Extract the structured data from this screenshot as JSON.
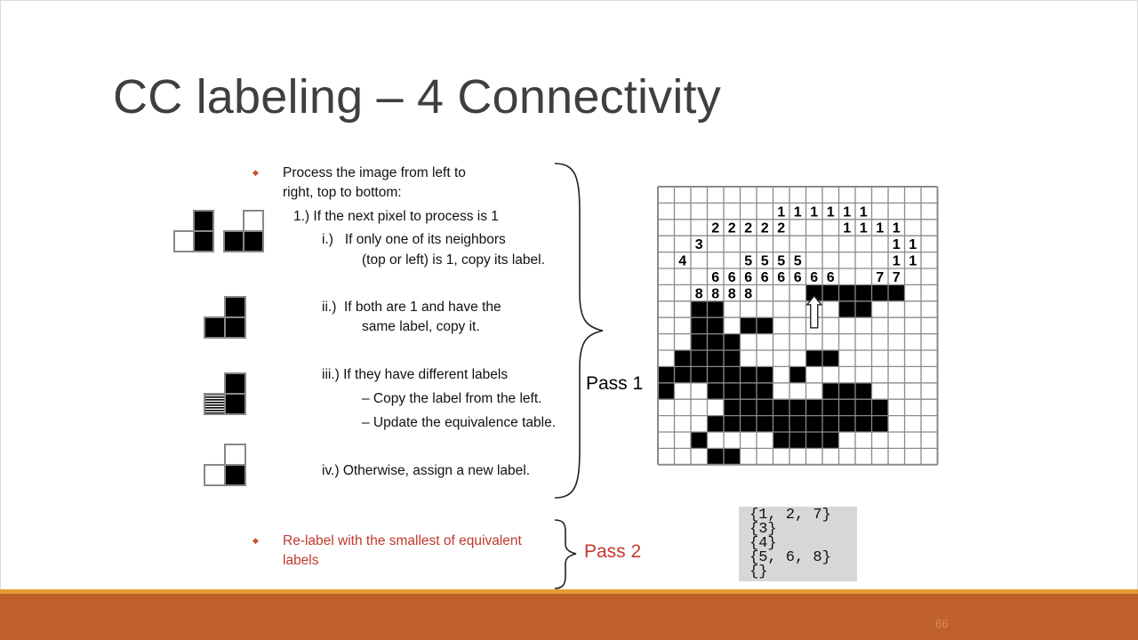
{
  "slide": {
    "title": "CC labeling – 4 Connectivity",
    "page_number": "66",
    "colors": {
      "accent": "#c0602a",
      "accent_line": "#e39b32",
      "title": "#3f3f3f",
      "red_text": "#c0392b",
      "equiv_bg": "#d7d7d7"
    }
  },
  "pass1": {
    "bullet": "◆",
    "intro_line1": "Process the image from left to",
    "intro_line2": "right, top to bottom:",
    "step1": "1.) If the next pixel to process is 1",
    "i_line1": "i.)   If only one of its neighbors",
    "i_line2": "(top or left) is 1, copy its label.",
    "ii_line1": "ii.)  If both are 1 and have the",
    "ii_line2": "same label, copy it.",
    "iii_line1": "iii.) If they have different labels",
    "iii_line2": "– Copy the label from the left.",
    "iii_line3": "– Update the equivalence table.",
    "iv_line1": "iv.) Otherwise, assign a new label.",
    "label": "Pass 1"
  },
  "pass2": {
    "bullet": "◆",
    "line1": "Re-label with the smallest of equivalent",
    "line2": "labels",
    "label": "Pass 2"
  },
  "equivalence_table": [
    "{1, 2, 7}",
    "{3}",
    "{4}",
    "{5, 6, 8}",
    "{}"
  ],
  "grid": {
    "rows": 17,
    "cols": 17,
    "labels": [
      {
        "r": 1,
        "c": 7,
        "t": "1"
      },
      {
        "r": 1,
        "c": 8,
        "t": "1"
      },
      {
        "r": 1,
        "c": 9,
        "t": "1"
      },
      {
        "r": 1,
        "c": 10,
        "t": "1"
      },
      {
        "r": 1,
        "c": 11,
        "t": "1"
      },
      {
        "r": 1,
        "c": 12,
        "t": "1"
      },
      {
        "r": 2,
        "c": 3,
        "t": "2"
      },
      {
        "r": 2,
        "c": 4,
        "t": "2"
      },
      {
        "r": 2,
        "c": 5,
        "t": "2"
      },
      {
        "r": 2,
        "c": 6,
        "t": "2"
      },
      {
        "r": 2,
        "c": 7,
        "t": "2"
      },
      {
        "r": 2,
        "c": 11,
        "t": "1"
      },
      {
        "r": 2,
        "c": 12,
        "t": "1"
      },
      {
        "r": 2,
        "c": 13,
        "t": "1"
      },
      {
        "r": 2,
        "c": 14,
        "t": "1"
      },
      {
        "r": 3,
        "c": 2,
        "t": "3"
      },
      {
        "r": 3,
        "c": 14,
        "t": "1"
      },
      {
        "r": 3,
        "c": 15,
        "t": "1"
      },
      {
        "r": 4,
        "c": 1,
        "t": "4"
      },
      {
        "r": 4,
        "c": 5,
        "t": "5"
      },
      {
        "r": 4,
        "c": 6,
        "t": "5"
      },
      {
        "r": 4,
        "c": 7,
        "t": "5"
      },
      {
        "r": 4,
        "c": 8,
        "t": "5"
      },
      {
        "r": 4,
        "c": 14,
        "t": "1"
      },
      {
        "r": 4,
        "c": 15,
        "t": "1"
      },
      {
        "r": 5,
        "c": 3,
        "t": "6"
      },
      {
        "r": 5,
        "c": 4,
        "t": "6"
      },
      {
        "r": 5,
        "c": 5,
        "t": "6"
      },
      {
        "r": 5,
        "c": 6,
        "t": "6"
      },
      {
        "r": 5,
        "c": 7,
        "t": "6"
      },
      {
        "r": 5,
        "c": 8,
        "t": "6"
      },
      {
        "r": 5,
        "c": 9,
        "t": "6"
      },
      {
        "r": 5,
        "c": 10,
        "t": "6"
      },
      {
        "r": 5,
        "c": 13,
        "t": "7"
      },
      {
        "r": 5,
        "c": 14,
        "t": "7"
      },
      {
        "r": 6,
        "c": 2,
        "t": "8"
      },
      {
        "r": 6,
        "c": 3,
        "t": "8"
      },
      {
        "r": 6,
        "c": 4,
        "t": "8"
      },
      {
        "r": 6,
        "c": 5,
        "t": "8"
      }
    ],
    "black": [
      [
        6,
        9
      ],
      [
        6,
        10
      ],
      [
        6,
        11
      ],
      [
        6,
        12
      ],
      [
        6,
        13
      ],
      [
        6,
        14
      ],
      [
        7,
        2
      ],
      [
        7,
        3
      ],
      [
        7,
        11
      ],
      [
        7,
        12
      ],
      [
        8,
        2
      ],
      [
        8,
        3
      ],
      [
        8,
        5
      ],
      [
        8,
        6
      ],
      [
        9,
        2
      ],
      [
        9,
        3
      ],
      [
        9,
        4
      ],
      [
        10,
        1
      ],
      [
        10,
        2
      ],
      [
        10,
        3
      ],
      [
        10,
        4
      ],
      [
        10,
        9
      ],
      [
        10,
        10
      ],
      [
        11,
        0
      ],
      [
        11,
        1
      ],
      [
        11,
        2
      ],
      [
        11,
        3
      ],
      [
        11,
        4
      ],
      [
        11,
        5
      ],
      [
        11,
        6
      ],
      [
        11,
        8
      ],
      [
        12,
        0
      ],
      [
        12,
        3
      ],
      [
        12,
        4
      ],
      [
        12,
        5
      ],
      [
        12,
        6
      ],
      [
        12,
        10
      ],
      [
        12,
        11
      ],
      [
        12,
        12
      ],
      [
        13,
        4
      ],
      [
        13,
        5
      ],
      [
        13,
        6
      ],
      [
        13,
        7
      ],
      [
        13,
        8
      ],
      [
        13,
        9
      ],
      [
        13,
        10
      ],
      [
        13,
        11
      ],
      [
        13,
        12
      ],
      [
        13,
        13
      ],
      [
        14,
        3
      ],
      [
        14,
        4
      ],
      [
        14,
        5
      ],
      [
        14,
        6
      ],
      [
        14,
        7
      ],
      [
        14,
        8
      ],
      [
        14,
        9
      ],
      [
        14,
        10
      ],
      [
        14,
        11
      ],
      [
        14,
        12
      ],
      [
        14,
        13
      ],
      [
        15,
        2
      ],
      [
        15,
        7
      ],
      [
        15,
        8
      ],
      [
        15,
        9
      ],
      [
        15,
        10
      ],
      [
        16,
        3
      ],
      [
        16,
        4
      ]
    ],
    "arrow": {
      "r": 7,
      "c": 9
    }
  }
}
